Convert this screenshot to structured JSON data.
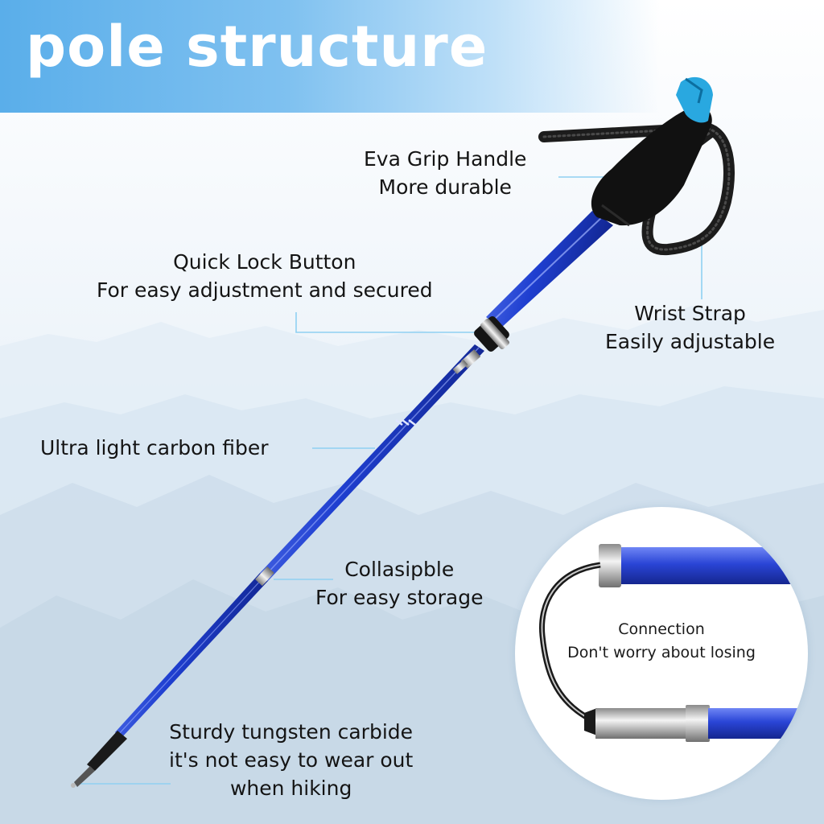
{
  "title": "pole structure",
  "colors": {
    "banner": "#5aaeea",
    "shaft": "#1f3fd0",
    "accent": "#29a8e0",
    "leader": "#8fd0f2"
  },
  "callouts": {
    "grip": {
      "line1": "Eva Grip Handle",
      "line2": "More durable"
    },
    "lock": {
      "line1": "Quick Lock Button",
      "line2": "For easy adjustment and secured"
    },
    "strap": {
      "line1": "Wrist Strap",
      "line2": "Easily adjustable"
    },
    "carbon": {
      "line1": "Ultra light carbon fiber"
    },
    "collapse": {
      "line1": "Collasipble",
      "line2": "For easy storage"
    },
    "tip": {
      "line1": "Sturdy tungsten carbide",
      "line2": "it's not easy to wear out",
      "line3": "when hiking"
    }
  },
  "inset": {
    "line1": "Connection",
    "line2": "Don't worry about losing"
  }
}
